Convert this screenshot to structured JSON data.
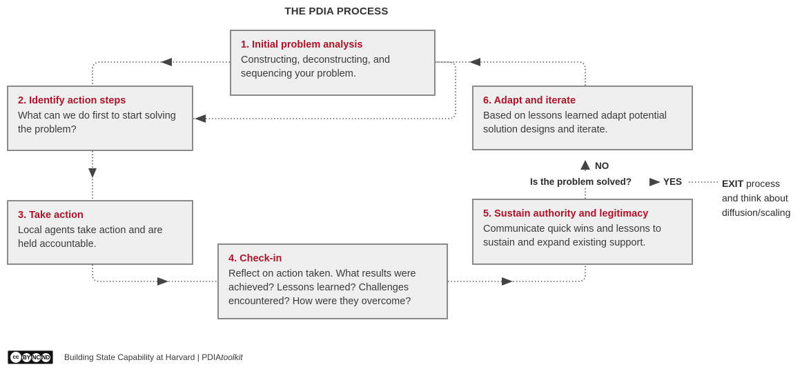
{
  "title": "THE PDIA PROCESS",
  "steps": [
    {
      "title": "1. Initial problem analysis",
      "body": "Constructing, deconstructing, and sequencing your problem."
    },
    {
      "title": "2. Identify action steps",
      "body": "What can we do first to start solving the problem?"
    },
    {
      "title": "3. Take action",
      "body": "Local agents take action and are held accountable."
    },
    {
      "title": "4. Check-in",
      "body": "Reflect on action taken. What results were achieved? Lessons learned? Challenges encountered? How were they overcome?"
    },
    {
      "title": "5. Sustain authority and legitimacy",
      "body": "Communicate quick wins and lessons to sustain and expand existing support."
    },
    {
      "title": "6. Adapt and iterate",
      "body": "Based on lessons learned adapt potential solution designs and iterate."
    }
  ],
  "decision": {
    "question": "Is the problem solved?",
    "yes_label": "YES",
    "no_label": "NO",
    "exit_bold": "EXIT",
    "exit_line1": " process",
    "exit_line2": "and think about",
    "exit_line3": "diffusion/scaling"
  },
  "footer": {
    "license_badges": [
      "cc",
      "BY",
      "NC",
      "ND"
    ],
    "credit": "Building State Capability at Harvard | PDIA",
    "credit_italic": "toolkit"
  },
  "colors": {
    "step_title": "#a8142a",
    "box_fill": "#efefef",
    "box_border": "#8a8a8a",
    "connector": "#555555"
  }
}
